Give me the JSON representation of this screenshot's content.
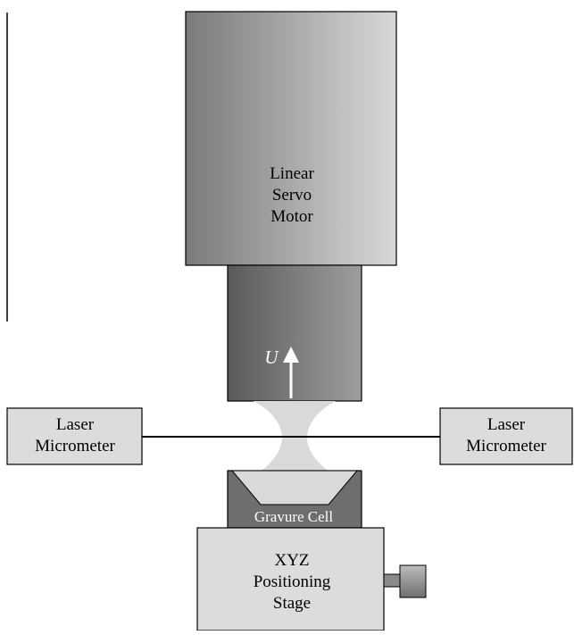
{
  "diagram": {
    "motor_label": [
      "Linear",
      "Servo",
      "Motor"
    ],
    "velocity_label": "U",
    "left_sensor_label": [
      "Laser",
      "Micrometer"
    ],
    "right_sensor_label": [
      "Laser",
      "Micrometer"
    ],
    "cell_label": "Gravure Cell",
    "stage_label": [
      "XYZ",
      "Positioning",
      "Stage"
    ]
  },
  "colors": {
    "motor_gradient_start": "#7a7a7a",
    "motor_gradient_end": "#d8d8d8",
    "plunger_gradient_start": "#5a5a5a",
    "plunger_gradient_end": "#9e9e9e",
    "liquid": "#d9d9d9",
    "sensor_fill": "#dcdcdc",
    "stage_fill": "#dcdcdc",
    "cell_fill": "#6e6e6e",
    "cell_inner": "#d9d9d9",
    "arrow": "#ffffff",
    "outline": "#000000"
  }
}
